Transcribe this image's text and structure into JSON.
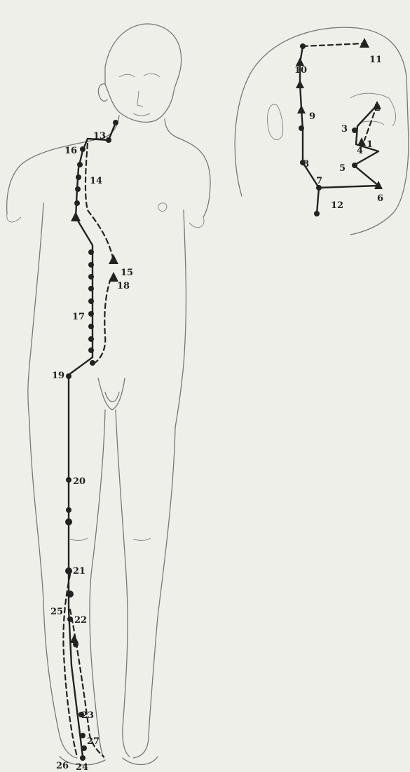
{
  "figure": {
    "labels": [
      "1",
      "2",
      "3",
      "4",
      "5",
      "6",
      "7",
      "8",
      "9",
      "10",
      "11",
      "12",
      "13",
      "14",
      "15",
      "16",
      "17",
      "18",
      "19",
      "20",
      "21",
      "22",
      "23",
      "24",
      "25",
      "26",
      "27"
    ]
  }
}
